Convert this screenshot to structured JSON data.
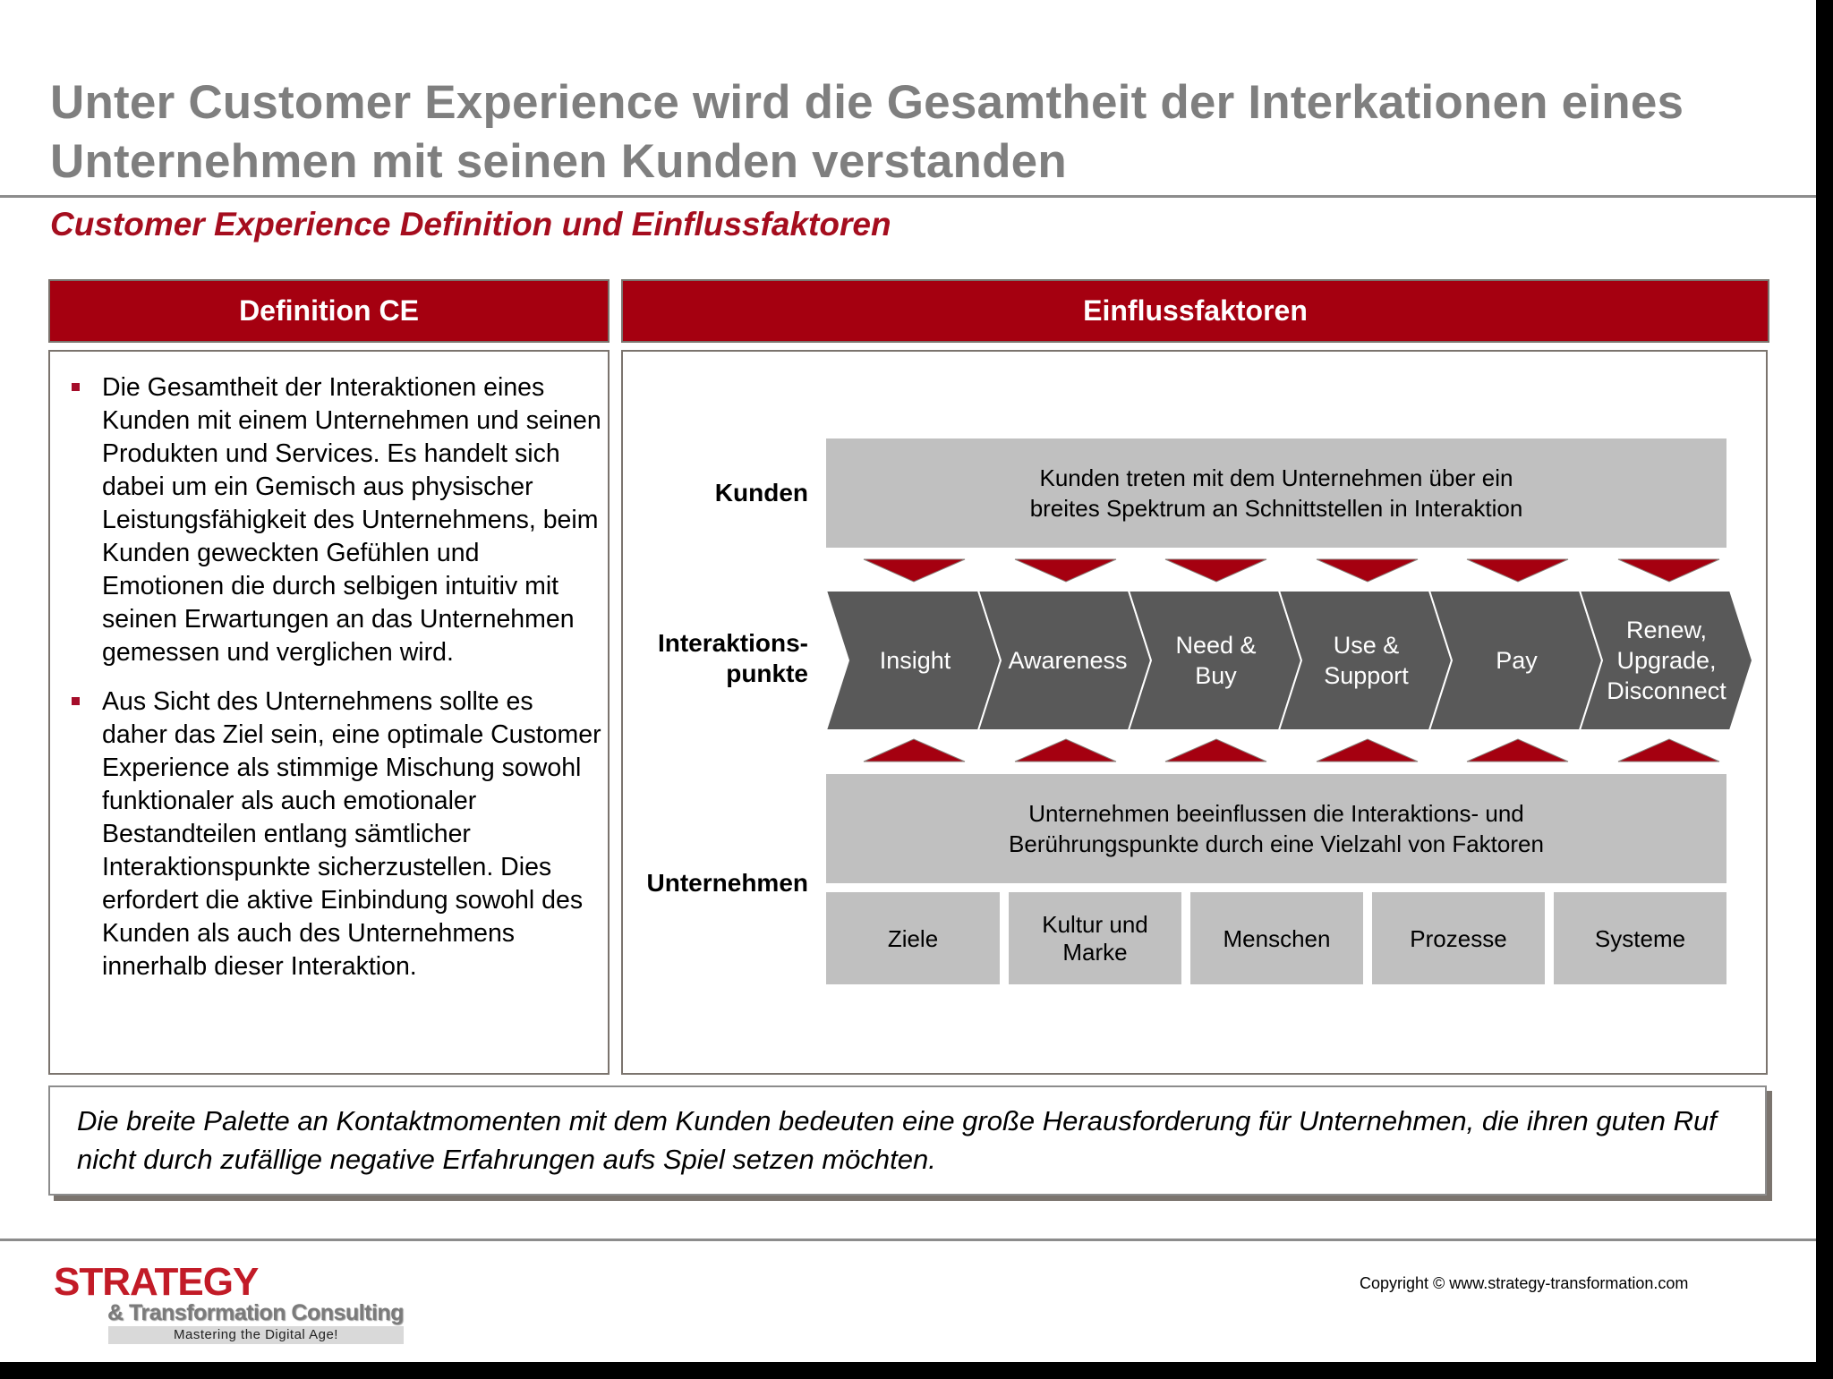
{
  "header": {
    "title_line1": "Unter Customer Experience wird die Gesamtheit der Interkationen eines",
    "title_line2": "Unternehmen mit seinen Kunden verstanden",
    "subtitle": "Customer Experience Definition und Einflussfaktoren"
  },
  "left_panel": {
    "heading": "Definition CE",
    "bullets": [
      "Die Gesamtheit der Interaktionen eines Kunden mit einem Unternehmen und seinen Produkten und Services. Es handelt sich dabei um ein Gemisch aus physischer Leistungsfähigkeit des Unternehmens, beim Kunden geweckten Gefühlen und Emotionen die durch selbigen intuitiv mit seinen Erwartungen an das Unternehmen gemessen und verglichen wird.",
      "Aus Sicht des Unternehmens sollte es daher das Ziel sein, eine optimale Customer Experience als stimmige Mischung sowohl funktionaler als auch emotionaler Bestandteilen entlang sämtlicher Interaktionspunkte sicherzustellen. Dies erfordert die aktive Einbindung sowohl des Kunden als auch des Unternehmens innerhalb dieser Interaktion."
    ]
  },
  "right_panel": {
    "heading": "Einflussfaktoren",
    "rows": {
      "kunden": {
        "label": "Kunden",
        "box_line1": "Kunden treten mit dem Unternehmen über ein",
        "box_line2": "breites Spektrum an Schnittstellen in Interaktion"
      },
      "interaktionspunkte": {
        "label_line1": "Interaktions-",
        "label_line2": "punkte",
        "steps": [
          {
            "line1": "Insight",
            "line2": "",
            "line3": ""
          },
          {
            "line1": "Awareness",
            "line2": "",
            "line3": ""
          },
          {
            "line1": "Need &",
            "line2": "Buy",
            "line3": ""
          },
          {
            "line1": "Use &",
            "line2": "Support",
            "line3": ""
          },
          {
            "line1": "Pay",
            "line2": "",
            "line3": ""
          },
          {
            "line1": "Renew,",
            "line2": "Upgrade,",
            "line3": "Disconnect"
          }
        ]
      },
      "unternehmen": {
        "label": "Unternehmen",
        "box_line1": "Unternehmen beeinflussen die Interaktions- und",
        "box_line2": "Berührungspunkte durch eine Vielzahl von Faktoren",
        "factors": [
          {
            "line1": "Ziele",
            "line2": ""
          },
          {
            "line1": "Kultur und",
            "line2": "Marke"
          },
          {
            "line1": "Menschen",
            "line2": ""
          },
          {
            "line1": "Prozesse",
            "line2": ""
          },
          {
            "line1": "Systeme",
            "line2": ""
          }
        ]
      }
    }
  },
  "callout": {
    "text": "Die breite Palette an Kontaktmomenten mit dem Kunden bedeuten eine große Herausforderung für Unternehmen, die ihren guten Ruf nicht durch zufällige negative Erfahrungen aufs Spiel setzen möchten."
  },
  "footer": {
    "logo_main": "STRATEGY",
    "logo_sub": "& Transformation Consulting",
    "logo_tagline": "Mastering the Digital Age!",
    "copyright": "Copyright © www.strategy-transformation.com"
  },
  "colors": {
    "accent_red": "#a50010",
    "title_gray": "#7f7f7f",
    "box_gray": "#c0c0c0",
    "chevron_dark": "#595959"
  }
}
